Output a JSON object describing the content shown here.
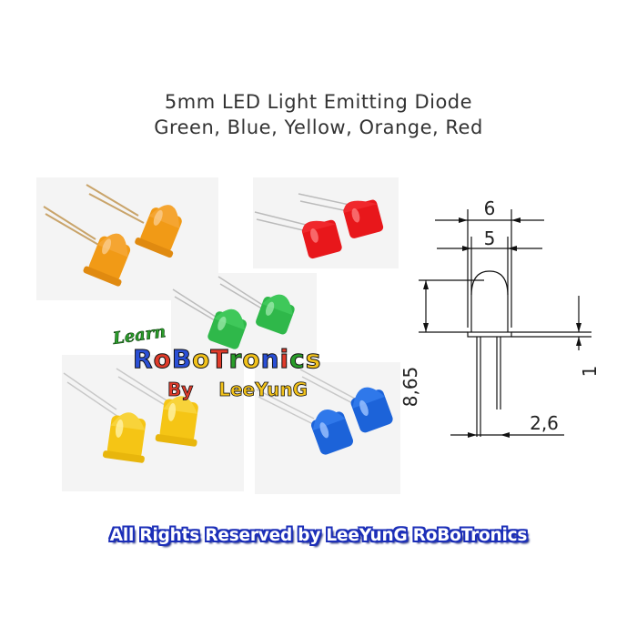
{
  "title": {
    "line1": "5mm LED Light Emitting Diode",
    "line2": "Green, Blue, Yellow, Orange, Red"
  },
  "leds": [
    {
      "color_name": "orange",
      "color": "#f19a16"
    },
    {
      "color_name": "red",
      "color": "#e8171b"
    },
    {
      "color_name": "green",
      "color": "#2fb84a"
    },
    {
      "color_name": "yellow",
      "color": "#f5c515"
    },
    {
      "color_name": "blue",
      "color": "#1c63d9"
    }
  ],
  "brand": {
    "learn": "Learn",
    "letters": [
      {
        "ch": "R",
        "color": "#2a4fd6"
      },
      {
        "ch": "o",
        "color": "#e03b2a"
      },
      {
        "ch": "B",
        "color": "#2a4fd6"
      },
      {
        "ch": "o",
        "color": "#f2c21b"
      },
      {
        "ch": "T",
        "color": "#e03b2a"
      },
      {
        "ch": "r",
        "color": "#2a9d2a"
      },
      {
        "ch": "o",
        "color": "#f2c21b"
      },
      {
        "ch": "n",
        "color": "#2a4fd6"
      },
      {
        "ch": "i",
        "color": "#e03b2a"
      },
      {
        "ch": "c",
        "color": "#2a9d2a"
      },
      {
        "ch": "s",
        "color": "#f2c21b"
      }
    ],
    "by": "By",
    "author": "LeeYunG"
  },
  "drawing": {
    "dim_top": "6",
    "dim_second": "5",
    "dim_height": "8,65",
    "dim_flange": "1",
    "dim_pitch": "2,6"
  },
  "footer": "All Rights Reserved by LeeYunG RoBoTronics"
}
